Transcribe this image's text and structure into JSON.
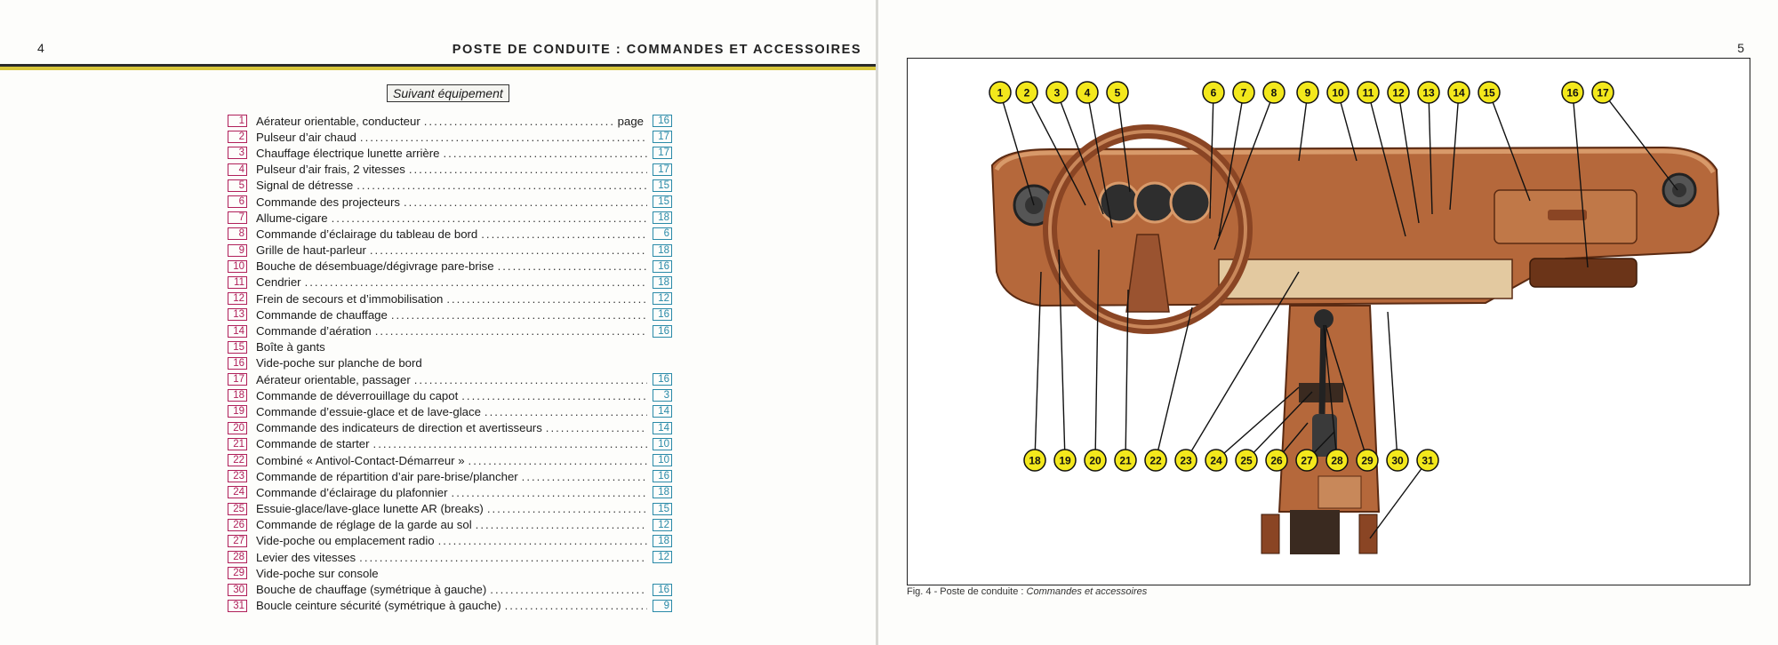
{
  "left_page": {
    "page_number": "4",
    "header_title": "POSTE DE CONDUITE : COMMANDES ET ACCESSOIRES",
    "subtitle": "Suivant équipement",
    "page_word": "page",
    "items": [
      {
        "num": "1",
        "label": "Aérateur orientable, conducteur",
        "page": "16"
      },
      {
        "num": "2",
        "label": "Pulseur d’air chaud",
        "page": "17"
      },
      {
        "num": "3",
        "label": "Chauffage électrique lunette arrière",
        "page": "17"
      },
      {
        "num": "4",
        "label": "Pulseur d’air frais, 2 vitesses",
        "page": "17"
      },
      {
        "num": "5",
        "label": "Signal de détresse",
        "page": "15"
      },
      {
        "num": "6",
        "label": "Commande des projecteurs",
        "page": "15"
      },
      {
        "num": "7",
        "label": "Allume-cigare",
        "page": "18"
      },
      {
        "num": "8",
        "label": "Commande d’éclairage du tableau de bord",
        "page": "6"
      },
      {
        "num": "9",
        "label": "Grille de haut-parleur",
        "page": "18"
      },
      {
        "num": "10",
        "label": "Bouche de désembuage/dégivrage pare-brise",
        "page": "16"
      },
      {
        "num": "11",
        "label": "Cendrier",
        "page": "18"
      },
      {
        "num": "12",
        "label": "Frein de secours et d’immobilisation",
        "page": "12"
      },
      {
        "num": "13",
        "label": "Commande de chauffage",
        "page": "16"
      },
      {
        "num": "14",
        "label": "Commande d’aération",
        "page": "16"
      },
      {
        "num": "15",
        "label": "Boîte à gants",
        "page": ""
      },
      {
        "num": "16",
        "label": "Vide-poche sur planche de bord",
        "page": ""
      },
      {
        "num": "17",
        "label": "Aérateur orientable, passager",
        "page": "16"
      },
      {
        "num": "18",
        "label": "Commande de déverrouillage du capot",
        "page": "3"
      },
      {
        "num": "19",
        "label": "Commande d’essuie-glace et de lave-glace",
        "page": "14"
      },
      {
        "num": "20",
        "label": "Commande des indicateurs de direction et avertisseurs",
        "page": "14"
      },
      {
        "num": "21",
        "label": "Commande de starter",
        "page": "10"
      },
      {
        "num": "22",
        "label": "Combiné « Antivol-Contact-Démarreur »",
        "page": "10"
      },
      {
        "num": "23",
        "label": "Commande de répartition d’air pare-brise/plancher",
        "page": "16"
      },
      {
        "num": "24",
        "label": "Commande d’éclairage du plafonnier",
        "page": "18"
      },
      {
        "num": "25",
        "label": "Essuie-glace/lave-glace lunette AR (breaks)",
        "page": "15"
      },
      {
        "num": "26",
        "label": "Commande de réglage de la garde au sol",
        "page": "12"
      },
      {
        "num": "27",
        "label": "Vide-poche ou emplacement radio",
        "page": "18"
      },
      {
        "num": "28",
        "label": "Levier des vitesses",
        "page": "12"
      },
      {
        "num": "29",
        "label": "Vide-poche sur console",
        "page": ""
      },
      {
        "num": "30",
        "label": "Bouche de chauffage      (symétrique à gauche)",
        "page": "16"
      },
      {
        "num": "31",
        "label": "Boucle ceinture sécurité  (symétrique à gauche)",
        "page": "9"
      }
    ]
  },
  "right_page": {
    "page_number": "5",
    "figure_caption_prefix": "Fig. 4 - Poste de conduite : ",
    "figure_caption_italic": "Commandes et accessoires",
    "callouts_top": [
      "1",
      "2",
      "3",
      "4",
      "5",
      "6",
      "7",
      "8",
      "9",
      "10",
      "11",
      "12",
      "13",
      "14",
      "15",
      "16",
      "17"
    ],
    "callouts_bottom": [
      "18",
      "19",
      "20",
      "21",
      "22",
      "23",
      "24",
      "25",
      "26",
      "27",
      "28",
      "29",
      "30",
      "31"
    ],
    "colors": {
      "callout_fill": "#f3e81c",
      "dashboard": "#b5683b",
      "dashboard_dark": "#7a3c1e",
      "dashboard_light": "#d89a6a",
      "trim": "#e3c9a0"
    }
  }
}
